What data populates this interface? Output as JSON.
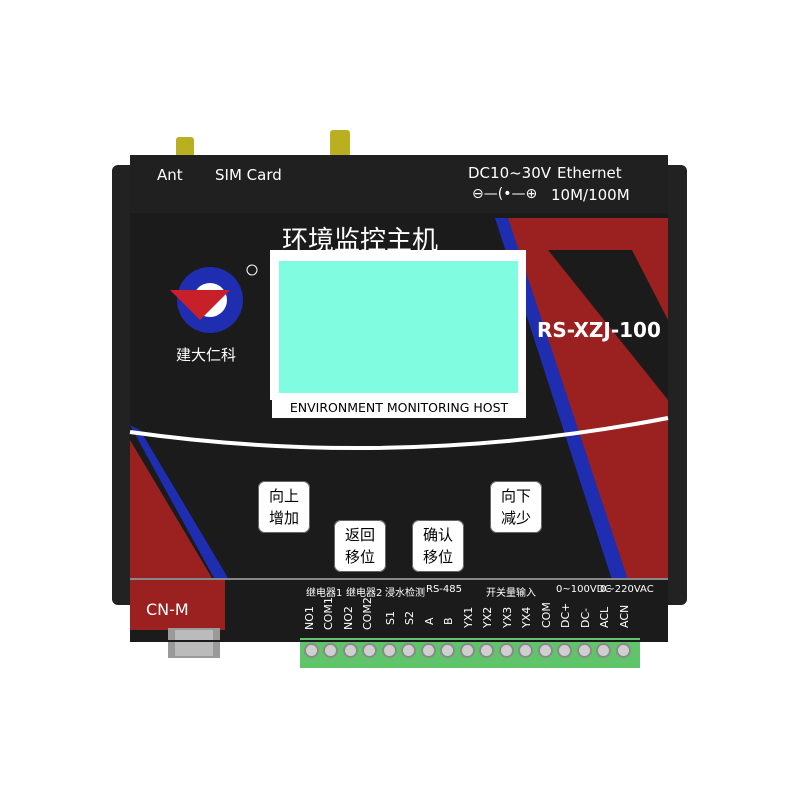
{
  "top_labels": {
    "ant": "Ant",
    "sim": "SIM  Card",
    "power": "DC10~30V",
    "ethernet": "Ethernet",
    "ethernet_speed": "10M/100M"
  },
  "title": "环境监控主机",
  "model": "RS-XZJ-100",
  "brand": "建大仁科",
  "display_caption": "ENVIRONMENT MONITORING HOST",
  "buttons": [
    {
      "line1": "向上",
      "line2": "增加"
    },
    {
      "line1": "返回",
      "line2": "移位"
    },
    {
      "line1": "确认",
      "line2": "移位"
    },
    {
      "line1": "向下",
      "line2": "减少"
    }
  ],
  "connector_label": "CN-M",
  "terminal_groups": [
    "继电器1",
    "继电器2",
    "浸水检测",
    "RS-485",
    "开关量输入",
    "0~100VDC",
    "0~220VAC"
  ],
  "terminals": [
    "NO1",
    "COM1",
    "NO2",
    "COM2",
    "S1",
    "S2",
    "A",
    "B",
    "YX1",
    "YX2",
    "YX3",
    "YX4",
    "COM",
    "DC+",
    "DC-",
    "ACL",
    "ACN"
  ],
  "colors": {
    "body": "#1b1b1b",
    "red": "#9b2020",
    "blue": "#1f2db0",
    "lcd": "#80fce0",
    "terminal": "#5fc46a"
  }
}
